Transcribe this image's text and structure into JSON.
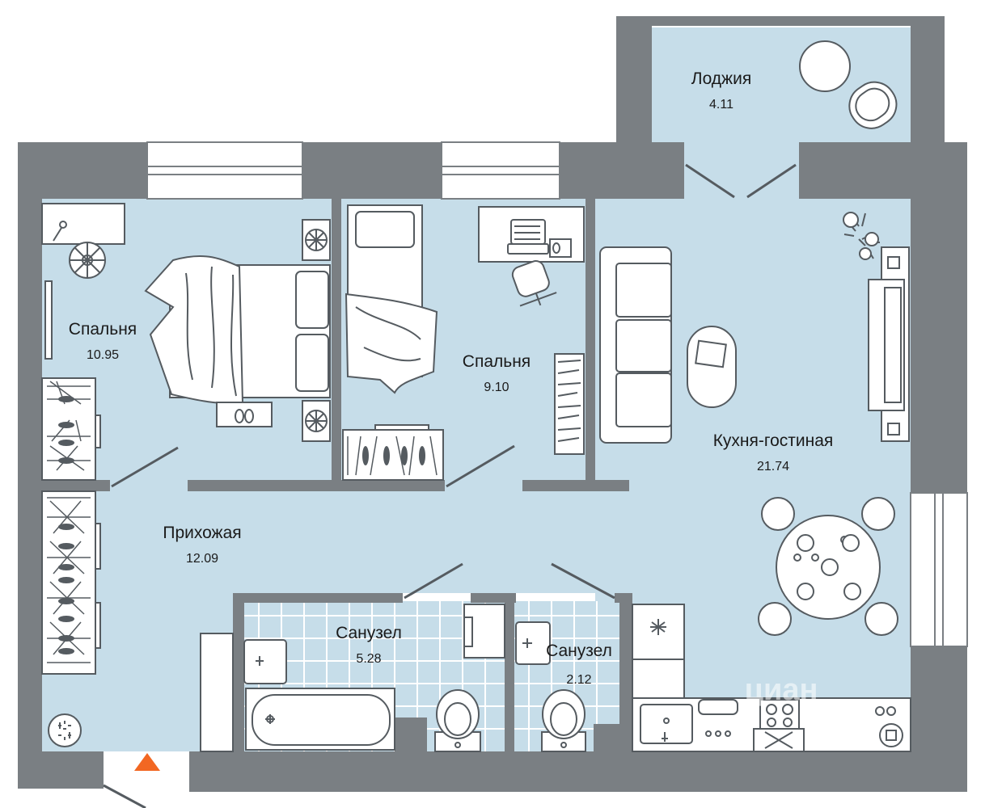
{
  "rooms": {
    "loggia": {
      "name": "Лоджия",
      "area": "4.11"
    },
    "bedroom1": {
      "name": "Спальня",
      "area": "10.95"
    },
    "bedroom2": {
      "name": "Спальня",
      "area": "9.10"
    },
    "kitchen": {
      "name": "Кухня-гостиная",
      "area": "21.74"
    },
    "hallway": {
      "name": "Прихожая",
      "area": "12.09"
    },
    "bath1": {
      "name": "Санузел",
      "area": "5.28"
    },
    "bath2": {
      "name": "Санузел",
      "area": "2.12"
    }
  },
  "watermark": {
    "text": "циан"
  },
  "colors": {
    "floor": "#c6dde9",
    "wall": "#7a7f83",
    "tile_grid": "#ffffff",
    "entrance_marker": "#f26722"
  }
}
